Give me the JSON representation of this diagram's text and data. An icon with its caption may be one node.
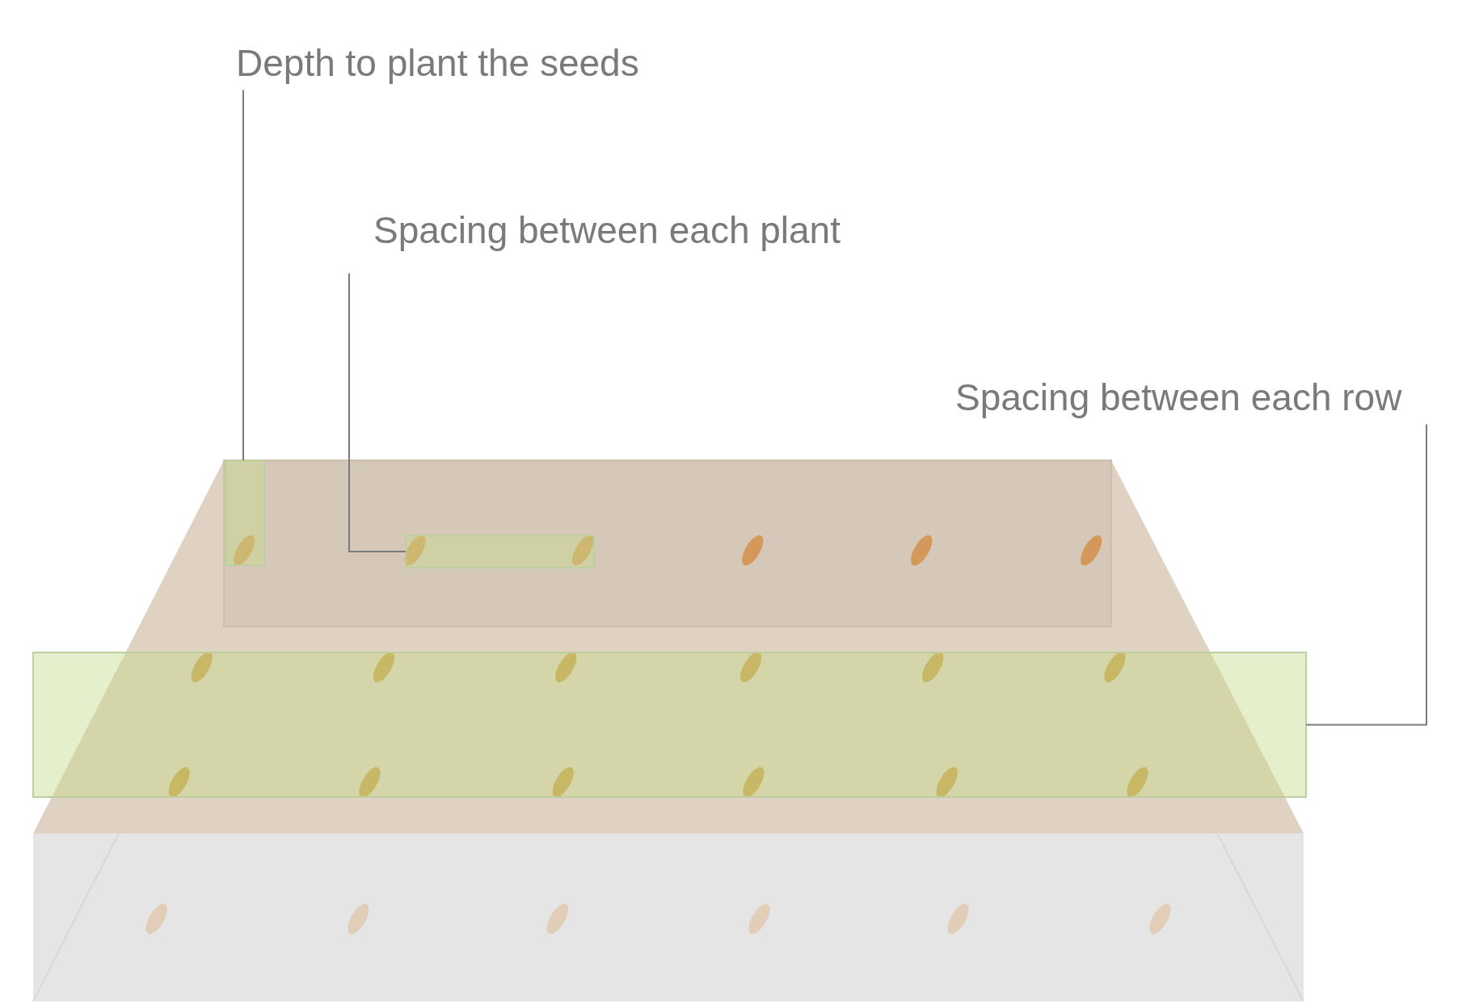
{
  "diagram": {
    "nodes": [
      {
        "text": [
          "Depth to plant the seeds"
        ]
      },
      {
        "text": [
          "Spacing between each plant"
        ]
      },
      {
        "text": [
          "Spacing between each row"
        ]
      },
      {
        "text": [],
        "shape": "box"
      },
      {
        "text": [],
        "shape": "box"
      },
      {
        "text": [],
        "shape": "box"
      }
    ],
    "edges": [
      {
        "from": 0,
        "to": 3,
        "arrow": "none"
      },
      {
        "from": 1,
        "to": 4,
        "arrow": "none"
      },
      {
        "from": 2,
        "to": 5,
        "arrow": "none"
      }
    ]
  }
}
